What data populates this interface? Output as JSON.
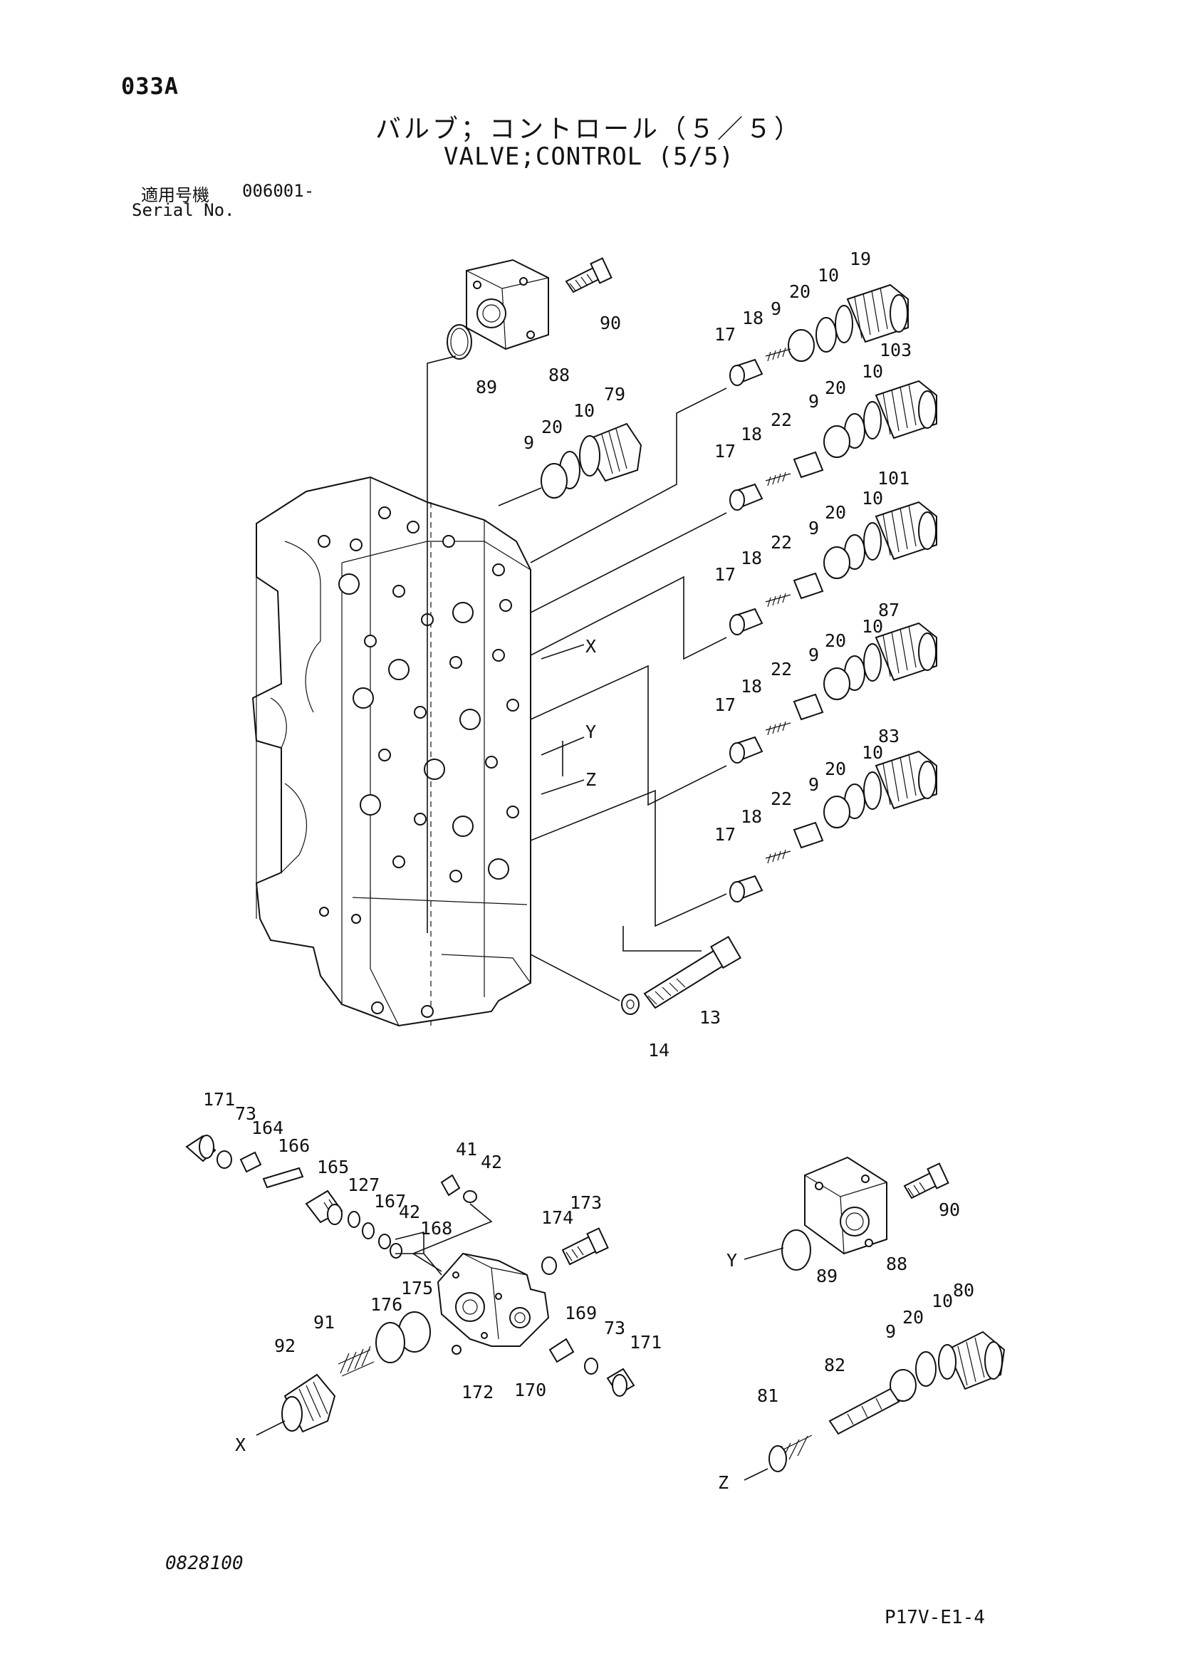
{
  "header": {
    "page_code": "033A",
    "title_jp": "バルブ；コントロール（５／５）",
    "title_en": "VALVE;CONTROL (5/5)",
    "serial_label_jp": "適用号機",
    "serial_value": "006001-",
    "serial_label_en": "Serial No."
  },
  "footer": {
    "doc_number": "0828100",
    "sheet_code": "P17V-E1-4"
  },
  "callouts": [
    {
      "label": "19"
    },
    {
      "label": "10"
    },
    {
      "label": "20"
    },
    {
      "label": "9"
    },
    {
      "label": "18"
    },
    {
      "label": "17"
    },
    {
      "label": "90"
    },
    {
      "label": "88"
    },
    {
      "label": "89"
    },
    {
      "label": "103"
    },
    {
      "label": "10"
    },
    {
      "label": "20"
    },
    {
      "label": "9"
    },
    {
      "label": "22"
    },
    {
      "label": "18"
    },
    {
      "label": "17"
    },
    {
      "label": "79"
    },
    {
      "label": "10"
    },
    {
      "label": "20"
    },
    {
      "label": "9"
    },
    {
      "label": "101"
    },
    {
      "label": "10"
    },
    {
      "label": "20"
    },
    {
      "label": "9"
    },
    {
      "label": "22"
    },
    {
      "label": "18"
    },
    {
      "label": "17"
    },
    {
      "label": "87"
    },
    {
      "label": "10"
    },
    {
      "label": "20"
    },
    {
      "label": "9"
    },
    {
      "label": "22"
    },
    {
      "label": "18"
    },
    {
      "label": "17"
    },
    {
      "label": "83"
    },
    {
      "label": "10"
    },
    {
      "label": "20"
    },
    {
      "label": "9"
    },
    {
      "label": "22"
    },
    {
      "label": "18"
    },
    {
      "label": "17"
    },
    {
      "label": "X"
    },
    {
      "label": "Y"
    },
    {
      "label": "Z"
    },
    {
      "label": "13"
    },
    {
      "label": "14"
    },
    {
      "label": "171"
    },
    {
      "label": "73"
    },
    {
      "label": "164"
    },
    {
      "label": "166"
    },
    {
      "label": "165"
    },
    {
      "label": "127"
    },
    {
      "label": "167"
    },
    {
      "label": "42"
    },
    {
      "label": "168"
    },
    {
      "label": "41"
    },
    {
      "label": "42"
    },
    {
      "label": "173"
    },
    {
      "label": "174"
    },
    {
      "label": "175"
    },
    {
      "label": "176"
    },
    {
      "label": "91"
    },
    {
      "label": "92"
    },
    {
      "label": "X"
    },
    {
      "label": "172"
    },
    {
      "label": "170"
    },
    {
      "label": "169"
    },
    {
      "label": "73"
    },
    {
      "label": "171"
    },
    {
      "label": "90"
    },
    {
      "label": "Y"
    },
    {
      "label": "89"
    },
    {
      "label": "88"
    },
    {
      "label": "80"
    },
    {
      "label": "10"
    },
    {
      "label": "20"
    },
    {
      "label": "9"
    },
    {
      "label": "82"
    },
    {
      "label": "81"
    },
    {
      "label": "Z"
    }
  ]
}
